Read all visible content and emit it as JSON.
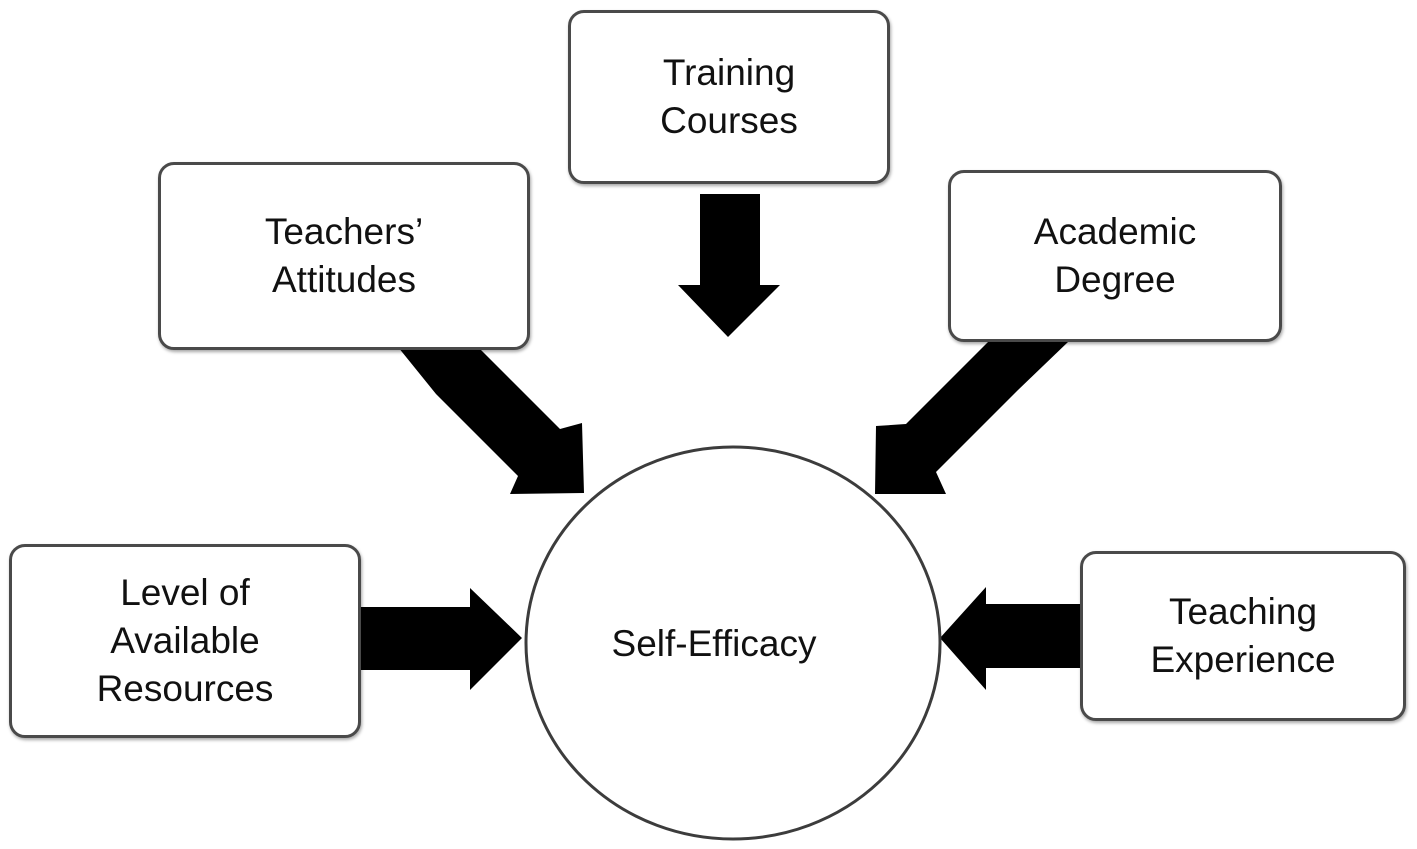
{
  "diagram": {
    "center": {
      "label": "Self-Efficacy"
    },
    "factors": [
      {
        "id": "training",
        "label": "Training\nCourses"
      },
      {
        "id": "attitudes",
        "label": "Teachers’\nAttitudes"
      },
      {
        "id": "degree",
        "label": "Academic\nDegree"
      },
      {
        "id": "resources",
        "label": "Level of\nAvailable\nResources"
      },
      {
        "id": "experience",
        "label": "Teaching\nExperience"
      }
    ],
    "colors": {
      "arrow": "#000000",
      "border": "#4a4a4a",
      "background": "#ffffff"
    }
  }
}
